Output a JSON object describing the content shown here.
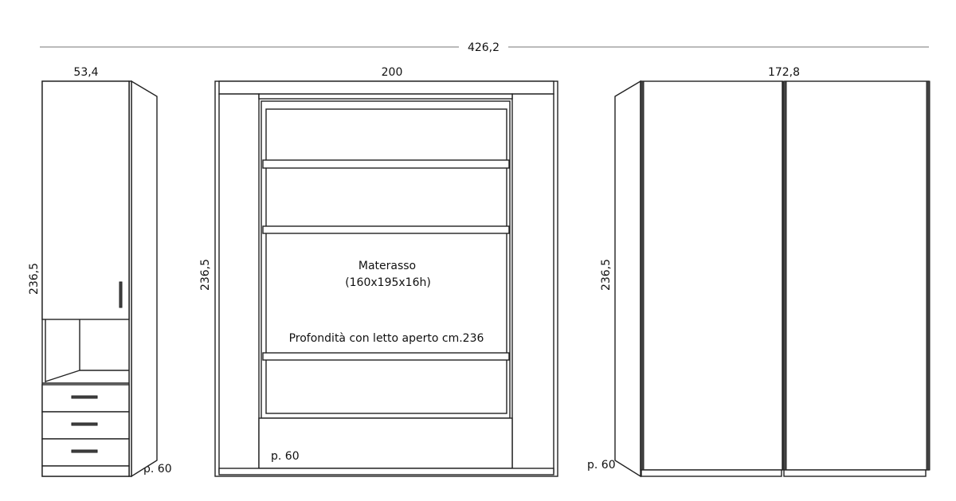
{
  "overall": {
    "width_label": "426,2"
  },
  "left_unit": {
    "width_label": "53,4",
    "height_label": "236,5",
    "depth_label": "p. 60"
  },
  "bed_unit": {
    "width_label": "200",
    "height_label": "236,5",
    "depth_label": "p. 60",
    "mattress_label": "Materasso",
    "mattress_size": "(160x195x16h)",
    "open_depth_note": "Profondità con letto aperto cm.236"
  },
  "wardrobe_unit": {
    "width_label": "172,8",
    "height_label": "236,5",
    "depth_label": "p. 60"
  }
}
